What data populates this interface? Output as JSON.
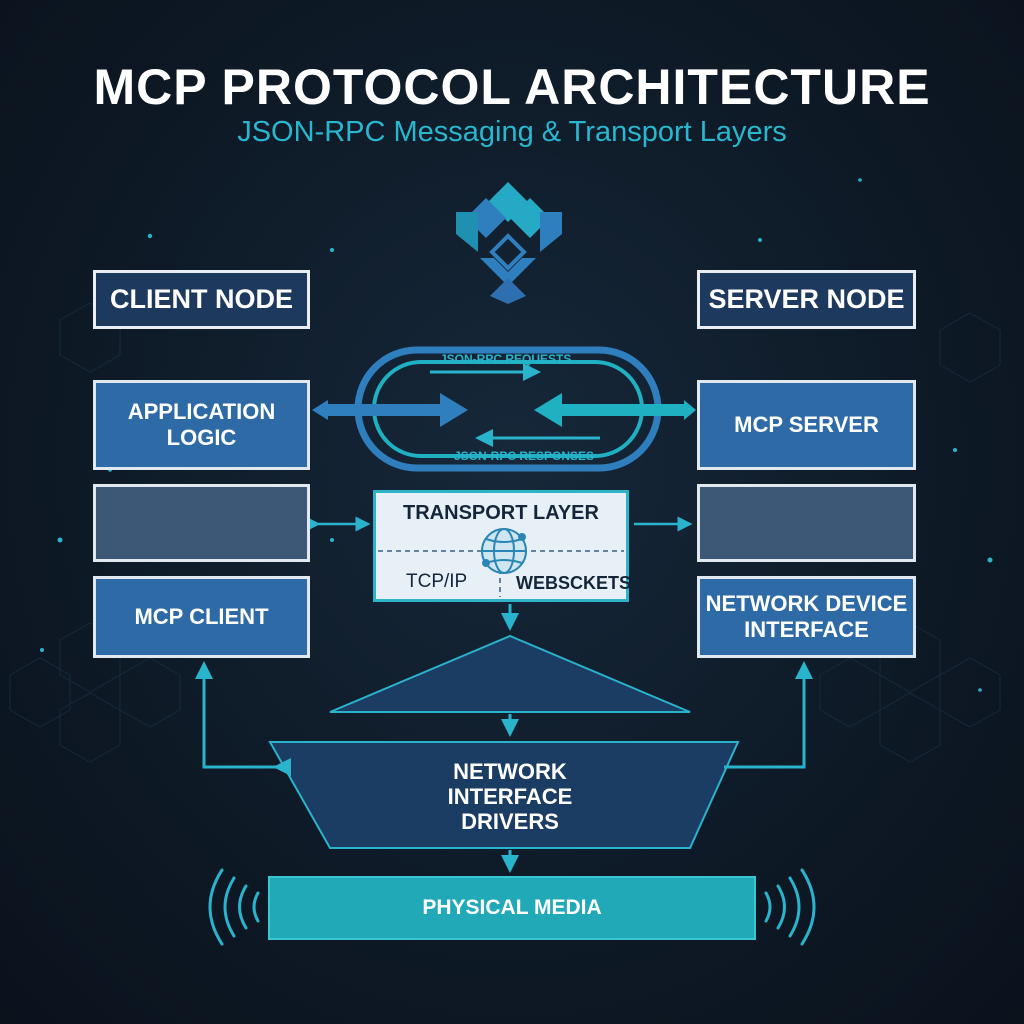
{
  "header": {
    "title": "MCP PROTOCOL ARCHITECTURE",
    "subtitle": "JSON-RPC Messaging & Transport Layers"
  },
  "client": {
    "header": "CLIENT NODE",
    "application_logic": "APPLICATION\nLOGIC",
    "mcp_client": "MCP CLIENT"
  },
  "server": {
    "header": "SERVER NODE",
    "mcp_server": "MCP SERVER",
    "network_device_interface": "NETWORK DEVICE\nINTERFACE"
  },
  "messaging": {
    "requests_label": "JSON-RPC REQUESTS",
    "responses_label": "JSON-RPC RESPONSES"
  },
  "transport": {
    "title": "TRANSPORT LAYER",
    "left_protocol": "TCP/IP",
    "right_protocol": "WEBSCKETS"
  },
  "network_drivers": "NETWORK\nINTERFACE\nDRIVERS",
  "physical_media": "PHYSICAL MEDIA",
  "icons": [
    "mcp-logo-icon",
    "globe-icon",
    "signal-waves-left-icon",
    "signal-waves-right-icon"
  ],
  "colors": {
    "background": "#0e1a27",
    "accent_teal": "#2ab3cc",
    "block_blue": "#2d6aa6",
    "block_slate": "#3d5777",
    "header_navy": "#1d3a5e",
    "physical_teal": "#21a9b8"
  }
}
